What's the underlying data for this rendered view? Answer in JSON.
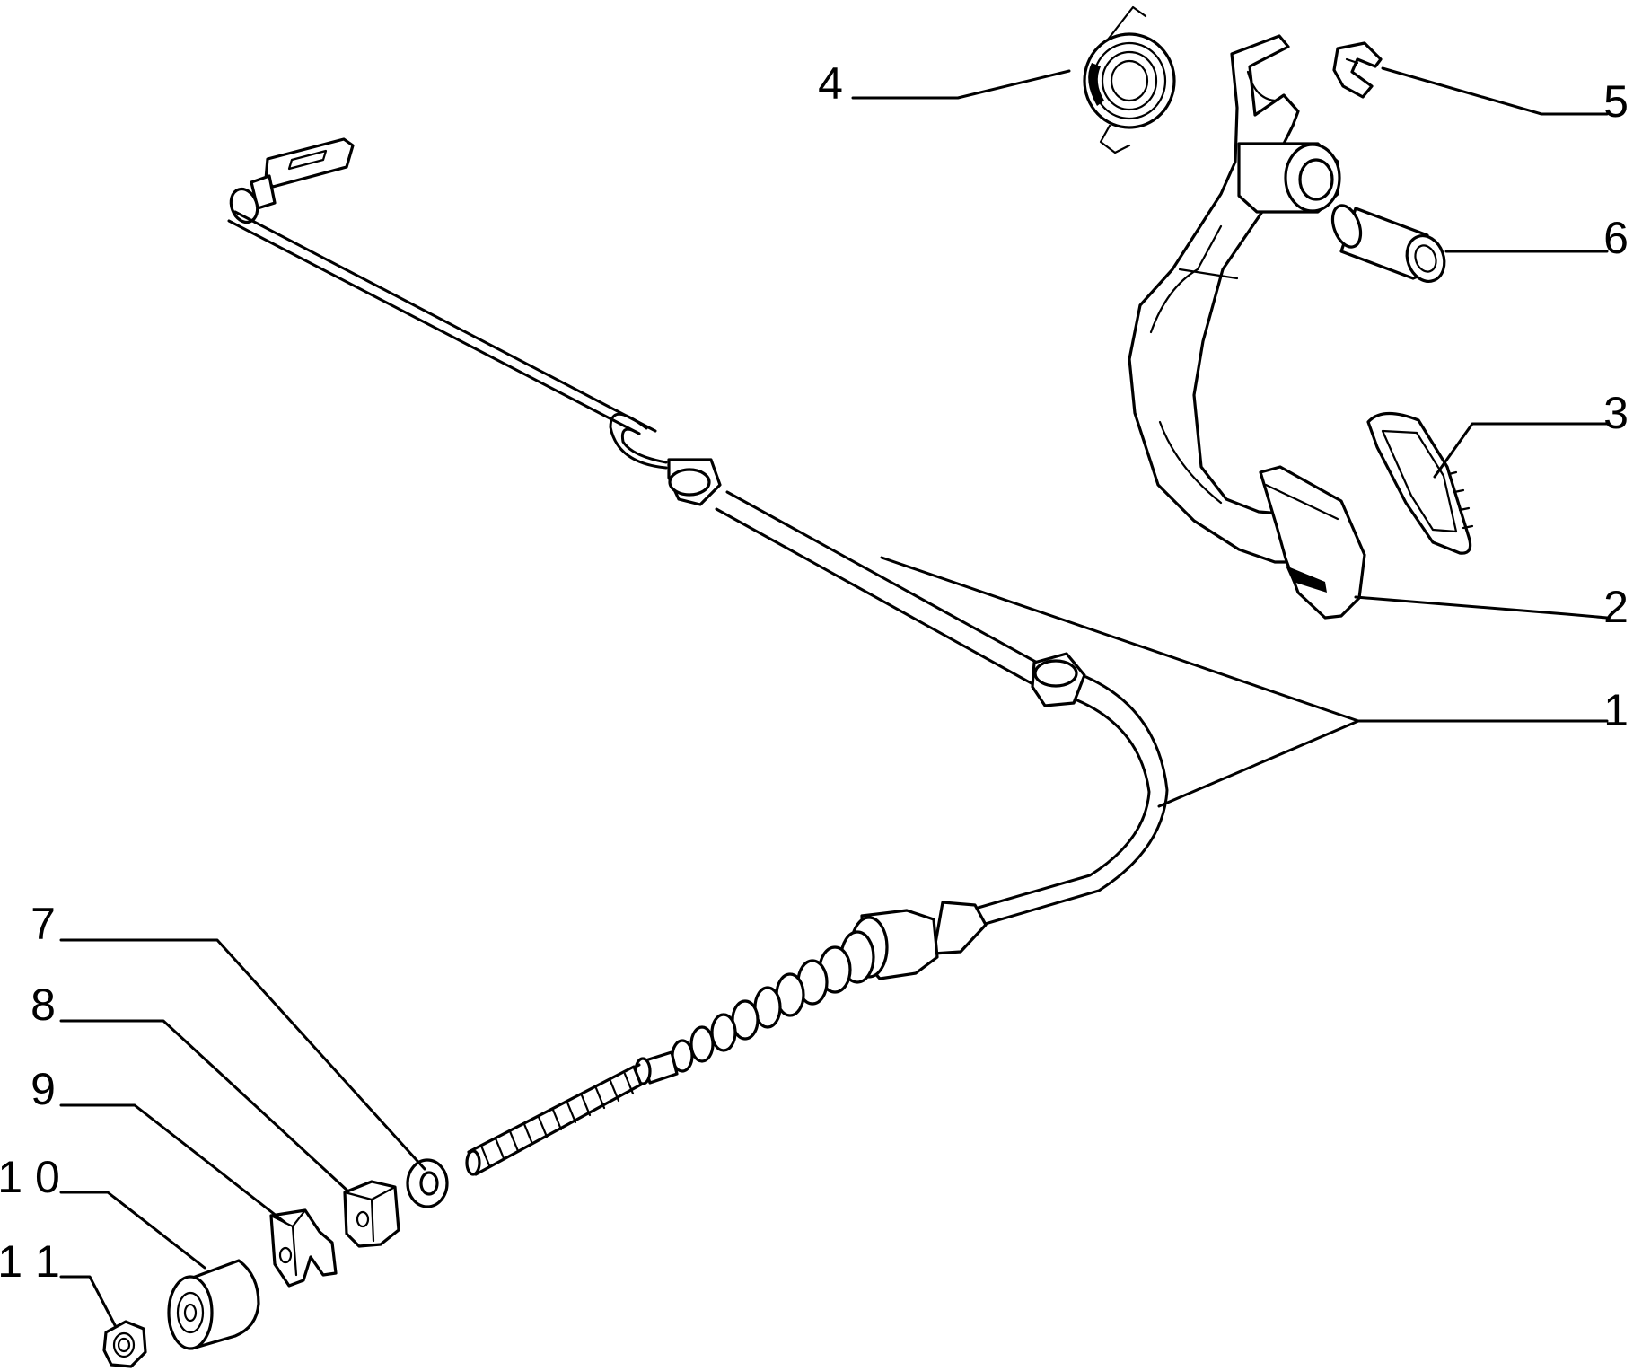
{
  "callouts": [
    {
      "id": "1",
      "label": "1"
    },
    {
      "id": "2",
      "label": "2"
    },
    {
      "id": "3",
      "label": "3"
    },
    {
      "id": "4",
      "label": "4"
    },
    {
      "id": "5",
      "label": "5"
    },
    {
      "id": "6",
      "label": "6"
    },
    {
      "id": "7",
      "label": "7"
    },
    {
      "id": "8",
      "label": "8"
    },
    {
      "id": "9",
      "label": "9"
    },
    {
      "id": "10",
      "label": "1 0"
    },
    {
      "id": "11",
      "label": "1 1"
    }
  ]
}
